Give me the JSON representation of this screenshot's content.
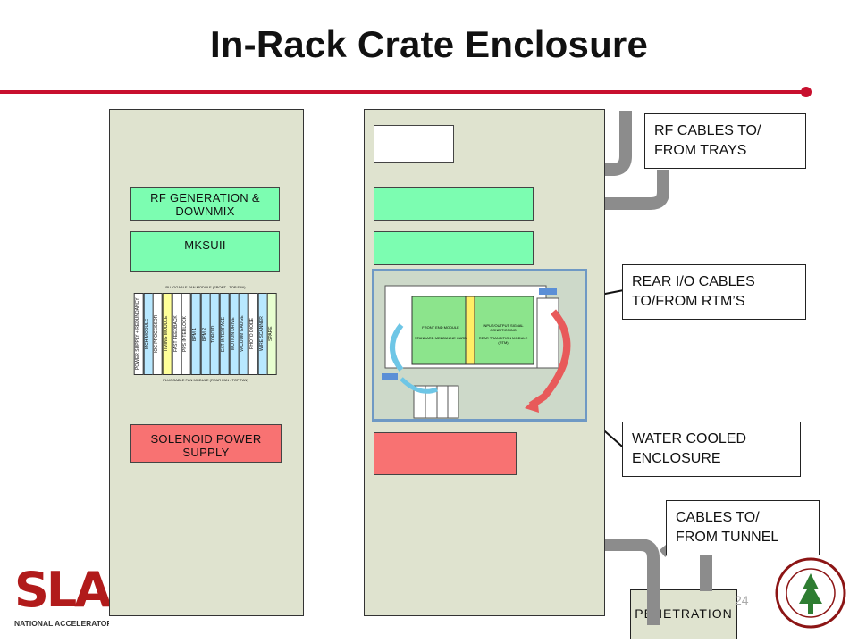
{
  "title": "In-Rack Crate Enclosure",
  "colors": {
    "accent": "#c8102e",
    "rack": "#dfe3cf",
    "module_green": "#7cfdb1",
    "module_red": "#f87272",
    "yellow": "#ffff00",
    "pipe": "#8c8c8c"
  },
  "left_rack": {
    "rf_generation": "RF GENERATION & DOWNMIX",
    "mksuii": "MKSUII",
    "crate_top_label": "PLUGGABLE FAN MODULE  (FRONT - TOP FAN)",
    "crate_bottom_label": "PLUGGABLE FAN MODULE  (REAR FAN - TOP FAN)",
    "card_labels": [
      "POWER SUPPLY + REDUNDANCY",
      "MCH MODULE",
      "IOC PROCESSOR",
      "TIMING MODULE",
      "FAST FEEDBACK",
      "PPS INTERLOCK",
      "BPM 1",
      "BPM 2",
      "TOROID",
      "EXT INTERFACE",
      "MOTION DRIVE",
      "VACUUM GAUGE",
      "PHOTO DIODE",
      "WIRE SCANNER",
      "SPARE"
    ],
    "solenoid": "SOLENOID POWER SUPPLY"
  },
  "enclosure": {
    "front_end": "FRONT END MODULE",
    "standard_mezz": "STANDARD MEZZANINE CARD",
    "io_signal": "INPUT/OUTPUT SIGNAL CONDITIONING",
    "rtm": "REAR TRANSITION MODULE (RTM)"
  },
  "callouts": {
    "rf_cables": [
      "RF CABLES TO/",
      "FROM TRAYS"
    ],
    "rear_io": [
      "REAR I/O CABLES",
      "TO/FROM RTM’S"
    ],
    "water_cooled": [
      "WATER COOLED",
      "ENCLOSURE"
    ],
    "tunnel": [
      "CABLES TO/",
      "FROM TUNNEL"
    ]
  },
  "penetration": "PENETRATION",
  "page_number": "24",
  "logos": {
    "slac": "SLAC",
    "slac_sub": "NATIONAL ACCELERATOR"
  }
}
